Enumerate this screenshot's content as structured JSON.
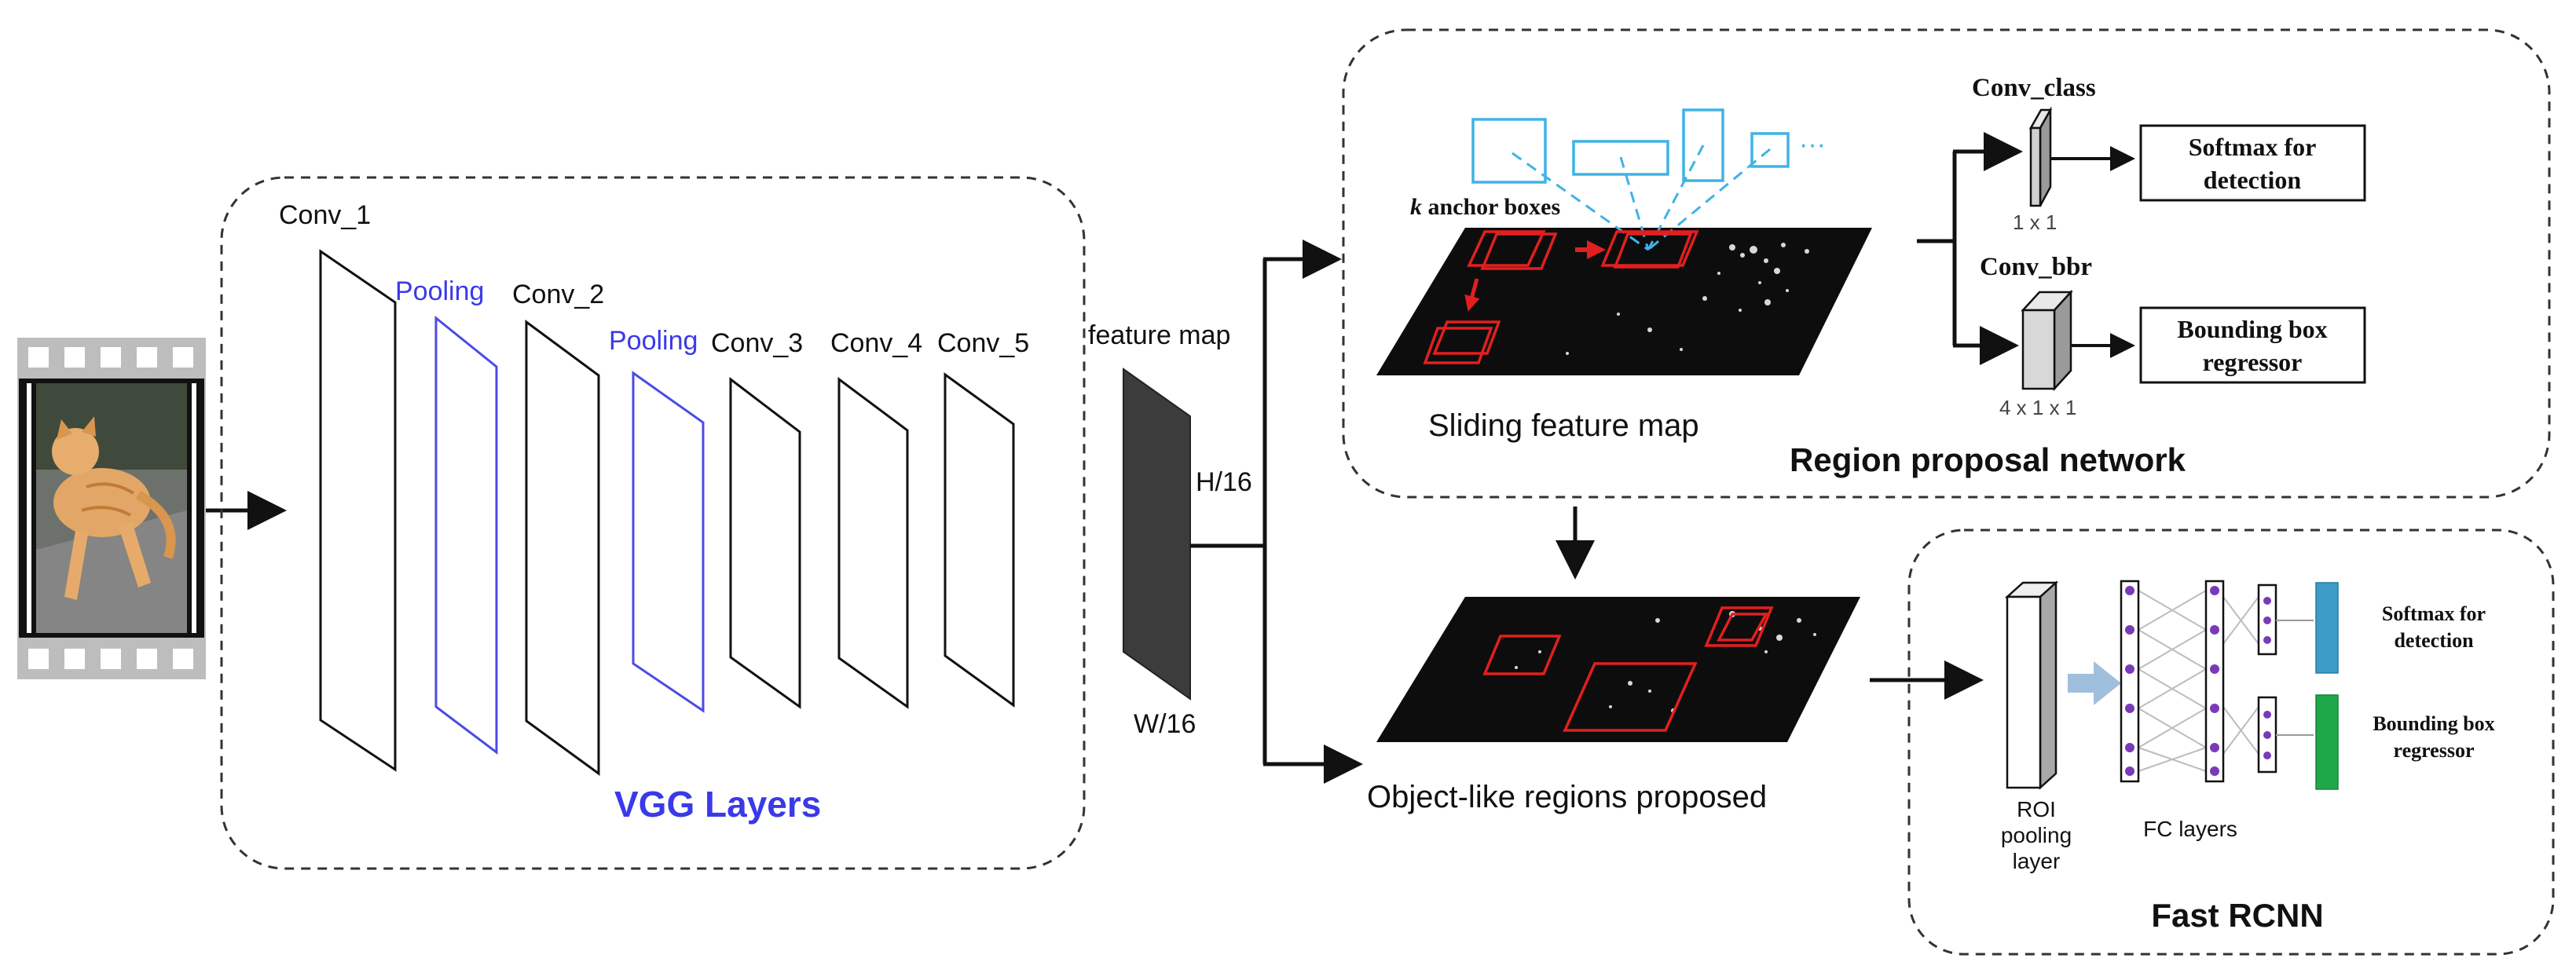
{
  "colors": {
    "black": "#111111",
    "blue_label": "#3a3ae8",
    "pooling_stroke": "#4b4be6",
    "anchor_cyan": "#3fb3e6",
    "proposal_red": "#e21f1f",
    "dark_map": "#3c3c3c",
    "node_purple": "#7a3ab8",
    "out_blue": "#3c9cc7",
    "out_green": "#1fa84a",
    "light_arrow": "#9fbfdc"
  },
  "icons": {
    "input_image": "film-strip-cat-icon",
    "fc_network": "fully-connected-network-icon"
  },
  "vgg": {
    "title": "VGG Layers",
    "conv_1": "Conv_1",
    "pooling_1": "Pooling",
    "conv_2": "Conv_2",
    "pooling_2": "Pooling",
    "conv_3": "Conv_3",
    "conv_4": "Conv_4",
    "conv_5": "Conv_5"
  },
  "feature_map": {
    "label": "feature map",
    "height_label": "H/16",
    "width_label": "W/16"
  },
  "rpn": {
    "title": "Region proposal network",
    "anchor_label_k": "k",
    "anchor_label_rest": " anchor boxes",
    "ellipsis": "···",
    "sliding_label": "Sliding feature map",
    "conv_class": "Conv_class",
    "conv_class_size": "1 x 1",
    "conv_bbr": "Conv_bbr",
    "conv_bbr_size": "4 x 1 x 1",
    "softmax_line1": "Softmax for",
    "softmax_line2": "detection",
    "bbox_line1": "Bounding box",
    "bbox_line2": "regressor"
  },
  "proposals": {
    "label": "Object-like regions proposed"
  },
  "fast_rcnn": {
    "title": "Fast RCNN",
    "roi_line1": "ROI",
    "roi_line2": "pooling",
    "roi_line3": "layer",
    "fc_label": "FC layers",
    "softmax_line1": "Softmax for",
    "softmax_line2": "detection",
    "bbox_line1": "Bounding box",
    "bbox_line2": "regressor"
  }
}
